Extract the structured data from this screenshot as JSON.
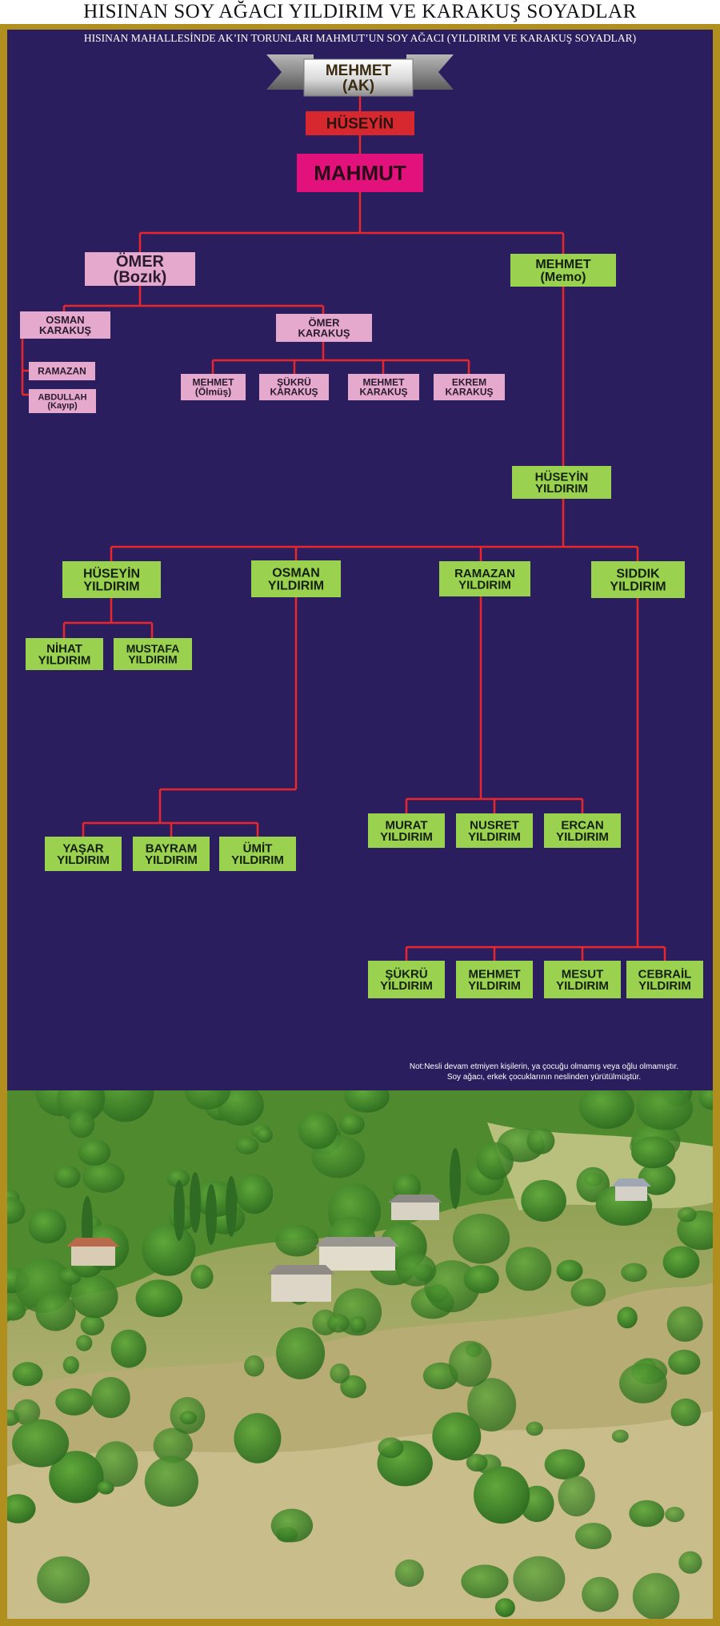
{
  "header": {
    "title": "HISINAN SOY AĞACI YILDIRIM VE KARAKUŞ SOYADLAR",
    "subtitle": "HISINAN MAHALLESİNDE AK’IN TORUNLARI MAHMUT’UN  SOY AĞACI (YILDIRIM VE KARAKUŞ  SOYADLAR)"
  },
  "colors": {
    "background": "#2a1e5e",
    "frame": "#b08f1e",
    "line": "#e8262c",
    "green_box": "#9ad14f",
    "pink_box": "#e4a9cc",
    "magenta_box": "#e2117b",
    "red_box": "#d7282f"
  },
  "tree": {
    "nodes": [
      {
        "id": "mehmet-ak",
        "lines": [
          "MEHMET",
          "(AK)"
        ],
        "style": "banner"
      },
      {
        "id": "huseyin-1",
        "lines": [
          "HÜSEYİN"
        ],
        "style": "red"
      },
      {
        "id": "mahmut",
        "lines": [
          "MAHMUT"
        ],
        "style": "magenta"
      },
      {
        "id": "omer-bozik",
        "lines": [
          "ÖMER",
          "(Bozık)"
        ],
        "style": "pink"
      },
      {
        "id": "mehmet-memo",
        "lines": [
          "MEHMET",
          "(Memo)"
        ],
        "style": "green"
      },
      {
        "id": "osman-karakus",
        "lines": [
          "OSMAN",
          "KARAKUŞ"
        ],
        "style": "pink"
      },
      {
        "id": "omer-karakus",
        "lines": [
          "ÖMER",
          "KARAKUŞ"
        ],
        "style": "pink"
      },
      {
        "id": "ramazan-1",
        "lines": [
          "RAMAZAN"
        ],
        "style": "pink"
      },
      {
        "id": "abdullah",
        "lines": [
          "ABDULLAH",
          "(Kayıp)"
        ],
        "style": "pink"
      },
      {
        "id": "mehmet-olmus",
        "lines": [
          "MEHMET",
          "(Ölmüş)"
        ],
        "style": "pink"
      },
      {
        "id": "sukru-karakus",
        "lines": [
          "ŞÜKRÜ",
          "KARAKUŞ"
        ],
        "style": "pink"
      },
      {
        "id": "mehmet-karakus",
        "lines": [
          "MEHMET",
          "KARAKUŞ"
        ],
        "style": "pink"
      },
      {
        "id": "ekrem-karakus",
        "lines": [
          "EKREM",
          "KARAKUŞ"
        ],
        "style": "pink"
      },
      {
        "id": "huseyin-yildirim",
        "lines": [
          "HÜSEYİN",
          "YILDIRIM"
        ],
        "style": "green"
      },
      {
        "id": "huseyin-yildirim-2",
        "lines": [
          "HÜSEYİN",
          "YILDIRIM"
        ],
        "style": "green"
      },
      {
        "id": "osman-yildirim",
        "lines": [
          "OSMAN",
          "YILDIRIM"
        ],
        "style": "green"
      },
      {
        "id": "ramazan-yildirim",
        "lines": [
          "RAMAZAN",
          "YILDIRIM"
        ],
        "style": "green"
      },
      {
        "id": "siddik-yildirim",
        "lines": [
          "SIDDIK",
          "YILDIRIM"
        ],
        "style": "green"
      },
      {
        "id": "nihat-yildirim",
        "lines": [
          "NİHAT",
          "YILDIRIM"
        ],
        "style": "green"
      },
      {
        "id": "mustafa-yildirim",
        "lines": [
          "MUSTAFA",
          "YILDIRIM"
        ],
        "style": "green"
      },
      {
        "id": "yasar-yildirim",
        "lines": [
          "YAŞAR",
          "YILDIRIM"
        ],
        "style": "green"
      },
      {
        "id": "bayram-yildirim",
        "lines": [
          "BAYRAM",
          "YILDIRIM"
        ],
        "style": "green"
      },
      {
        "id": "umit-yildirim",
        "lines": [
          "ÜMİT",
          "YILDIRIM"
        ],
        "style": "green"
      },
      {
        "id": "murat-yildirim",
        "lines": [
          "MURAT",
          "YILDIRIM"
        ],
        "style": "green"
      },
      {
        "id": "nusret-yildirim",
        "lines": [
          "NUSRET",
          "YILDIRIM"
        ],
        "style": "green"
      },
      {
        "id": "ercan-yildirim",
        "lines": [
          "ERCAN",
          "YILDIRIM"
        ],
        "style": "green"
      },
      {
        "id": "sukru-yildirim",
        "lines": [
          "ŞÜKRÜ",
          "YILDIRIM"
        ],
        "style": "green"
      },
      {
        "id": "mehmet-yildirim",
        "lines": [
          "MEHMET",
          "YILDIRIM"
        ],
        "style": "green"
      },
      {
        "id": "mesut-yildirim",
        "lines": [
          "MESUT",
          "YILDIRIM"
        ],
        "style": "green"
      },
      {
        "id": "cebrail-yildirim",
        "lines": [
          "CEBRAİL",
          "YILDIRIM"
        ],
        "style": "green"
      }
    ]
  },
  "note": {
    "line1": "Not:Nesli devam etmiyen kişilerin, ya çocuğu olmamış veya oğlu olmamıştır.",
    "line2": "Soy ağacı, erkek çocuklarının neslinden yürütülmüştür."
  },
  "photo": {
    "description_icon": "village-landscape-photo"
  }
}
